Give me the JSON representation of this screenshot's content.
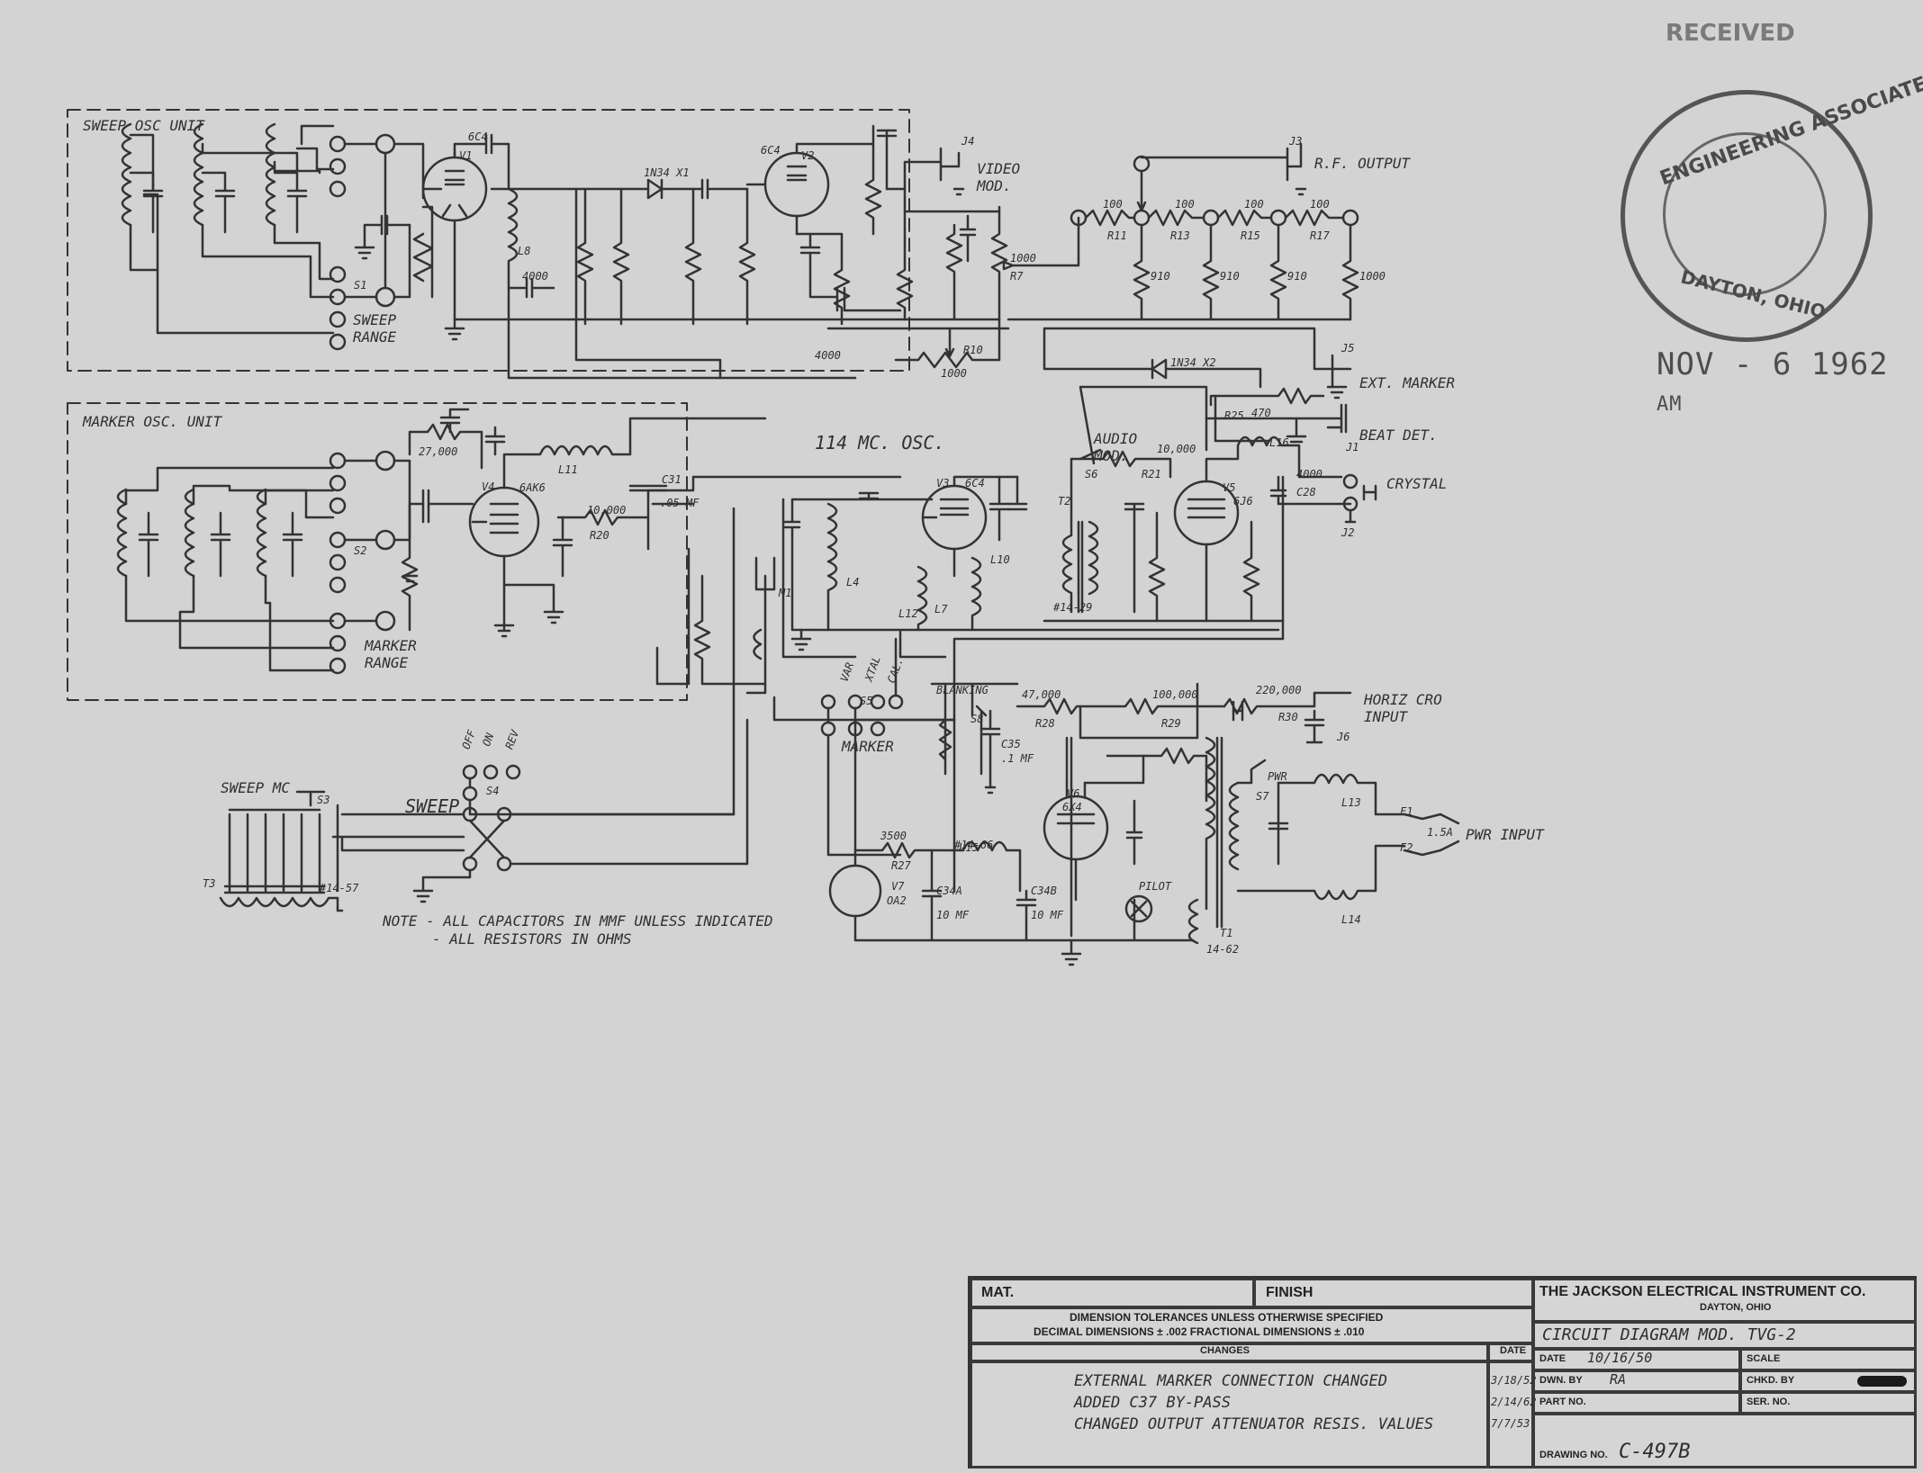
{
  "labels": {
    "sweep_osc_unit": "SWEEP OSC UNIT",
    "marker_osc_unit": "MARKER OSC. UNIT",
    "osc_114": "114 MC. OSC.",
    "video_mod": "VIDEO MOD.",
    "rf_output": "R.F. OUTPUT",
    "ext_marker": "EXT. MARKER",
    "beat_det": "BEAT DET.",
    "crystal": "CRYSTAL",
    "audio_mod": "AUDIO MOD.",
    "horiz_cro_input": "HORIZ CRO INPUT",
    "pwr_input": "PWR INPUT",
    "sweep_range": "SWEEP RANGE",
    "marker_range": "MARKER RANGE",
    "sweep": "SWEEP",
    "sweep_mc": "SWEEP MC",
    "marker": "MARKER",
    "off": "OFF",
    "on": "ON",
    "rev": "REV",
    "var": "VAR",
    "xtal": "XTAL",
    "cal": "CAL.",
    "pilot": "PILOT",
    "blanking": "BLANKING",
    "pwr": "PWR",
    "note_1": "NOTE - ALL CAPACITORS IN MMF UNLESS INDICATED",
    "note_2": "- ALL RESISTORS IN OHMS"
  },
  "components": {
    "v1": "V1",
    "v1_tube": "6C4",
    "v2": "V2",
    "v2_tube": "6C4",
    "v3": "V3",
    "v3_tube": "6C4",
    "v4": "V4",
    "v4_tube": "6AK6",
    "v5": "V5",
    "v5_tube": "6J6",
    "v6": "V6",
    "v6_tube": "6X4",
    "v7": "V7",
    "v7_tube": "OA2",
    "r11": "R11",
    "r13": "R13",
    "r15": "R15",
    "r17": "R17",
    "r11_val": "100",
    "r13_val": "100",
    "r15_val": "100",
    "r17_val": "100",
    "r12": "910",
    "r14": "910",
    "r16": "910",
    "r18": "1000",
    "r21": "R21",
    "r21_val": "10,000",
    "r20": "R20",
    "r20_val": "10,000",
    "r17b": "27,000",
    "r28": "R28",
    "r28_val": "47,000",
    "r29": "R29",
    "r29_val": "100,000",
    "r30": "R30",
    "r30_val": "220,000",
    "r27": "R27",
    "r27_val": "3500",
    "r25": "R25",
    "r25_val": "470",
    "r10": "R10",
    "r10_val": "1000",
    "r7": "R7",
    "r7_val": "1000",
    "c35": "C35",
    "c35_val": ".1 MF",
    "c31": "C31",
    "c31_val": ".05 MF",
    "c34a": "C34A",
    "c34a_val": "10 MF",
    "c34b": "C34B",
    "c34b_val": "10 MF",
    "c28": "C28",
    "c28_val": "4000",
    "c9_val": "4000",
    "c6_val": "4000",
    "l15": "L15",
    "l14": "L14",
    "l13": "L13",
    "l16": "L16",
    "l11": "L11",
    "l8": "L8",
    "l4": "L4",
    "l7": "L7",
    "l10": "L10",
    "l12": "L12",
    "l15_sub": "#14-66",
    "t1": "T1",
    "t1_part": "14-62",
    "t2": "T2",
    "t2_part": "#14-29",
    "t3": "T3",
    "t3_part": "#14-57",
    "m1": "M1",
    "s1": "S1",
    "s2": "S2",
    "s3": "S3",
    "s4": "S4",
    "s5": "S5",
    "s6": "S6",
    "s7": "S7",
    "s8": "S8",
    "j1": "J1",
    "j2": "J2",
    "j3": "J3",
    "j4": "J4",
    "j5": "J5",
    "j6": "J6",
    "x1": "1N34 X1",
    "x2": "1N34 X2",
    "f1": "F1",
    "f2": "F2",
    "fuse_val": "1.5A"
  },
  "stamp": {
    "ring_text": "ENGINEERING ASSOCIATES",
    "city": "DAYTON, OHIO",
    "header": "RECEIVED",
    "date": "NOV - 6 1962",
    "time": "AM"
  },
  "title_block": {
    "mat": "MAT.",
    "finish": "FINISH",
    "company": "THE JACKSON ELECTRICAL INSTRUMENT CO.",
    "company_city": "DAYTON, OHIO",
    "tolerance_1": "DIMENSION TOLERANCES UNLESS OTHERWISE SPECIFIED",
    "tolerance_2": "DECIMAL DIMENSIONS ± .002    FRACTIONAL DIMENSIONS ± .010",
    "changes": "CHANGES",
    "date_col": "DATE",
    "change_1": "EXTERNAL MARKER CONNECTION CHANGED",
    "change_2": "ADDED C37 BY-PASS",
    "change_3": "CHANGED OUTPUT ATTENUATOR RESIS. VALUES",
    "change_1_date": "3/18/52",
    "change_2_date": "2/14/62",
    "change_3_date": "7/7/53",
    "drawing_title": "CIRCUIT DIAGRAM MOD. TVG-2",
    "date_label": "DATE",
    "date_value": "10/16/50",
    "scale_label": "SCALE",
    "dwn_by_label": "DWN. BY",
    "dwn_by_value": "RA",
    "chkd_by_label": "CHKD. BY",
    "part_no_label": "PART NO.",
    "ser_no_label": "SER. NO.",
    "drawing_no_label": "DRAWING NO.",
    "drawing_no_value": "C-497B"
  }
}
